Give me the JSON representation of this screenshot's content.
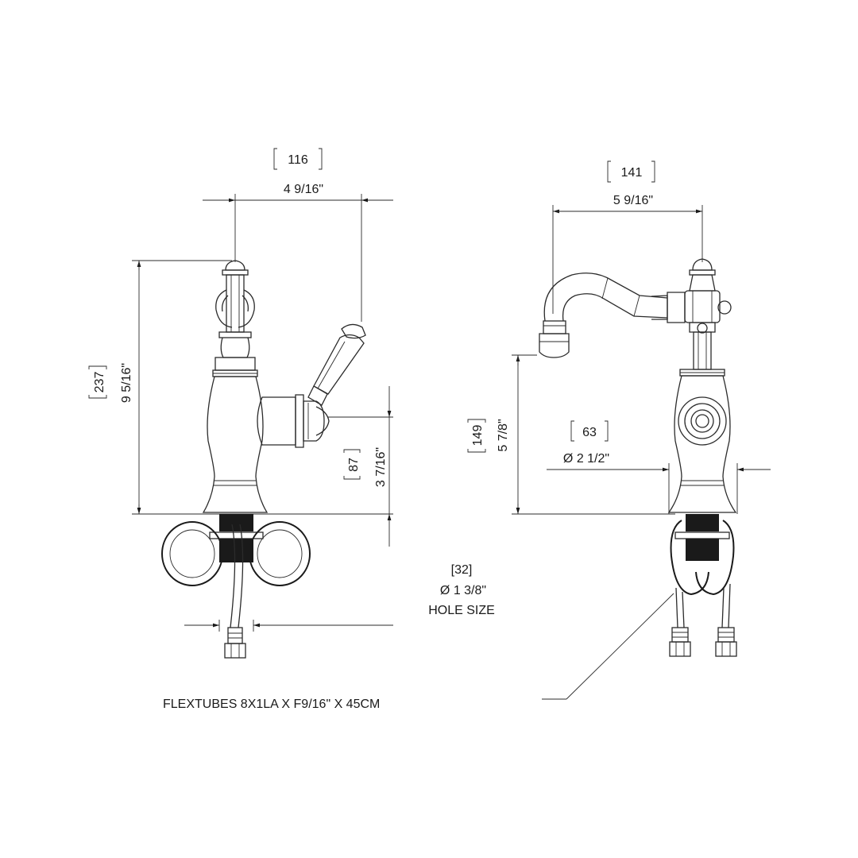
{
  "left_view": {
    "width_mm": "116",
    "width_in": "4 9/16\"",
    "height_mm": "237",
    "height_in": "9 5/16\"",
    "handle_height_mm": "87",
    "handle_height_in": "3 7/16\""
  },
  "right_view": {
    "reach_mm": "141",
    "reach_in": "5 9/16\"",
    "spout_height_mm": "149",
    "spout_height_in": "5 7/8\"",
    "base_dia_mm": "63",
    "base_dia_in": "Ø 2 1/2\""
  },
  "hole": {
    "mm": "[32]",
    "in": "Ø 1 3/8\"",
    "label": "HOLE SIZE"
  },
  "flextubes_label": "FLEXTUBES 8X1LA X F9/16\" X 45CM"
}
